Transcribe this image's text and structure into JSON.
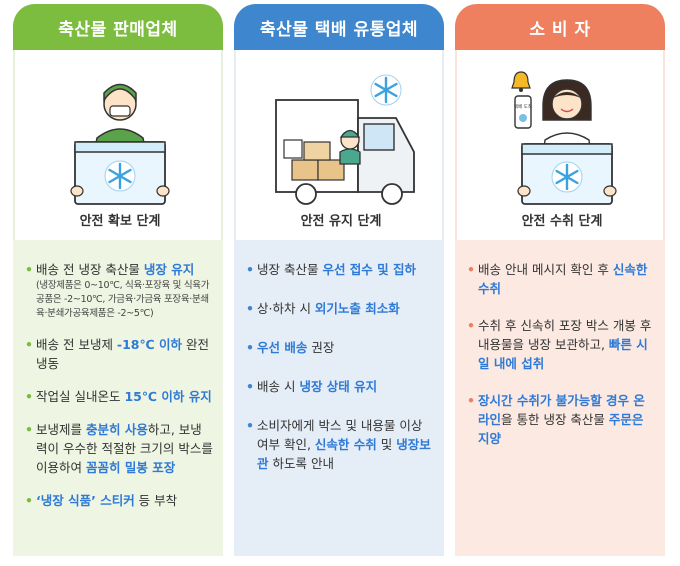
{
  "columns": [
    {
      "title": "축산물 판매업체",
      "stage": "안전 확보 단계",
      "items": [
        {
          "parts": [
            "배송 전 냉장 축산물 ",
            "냉장 유지"
          ],
          "note": "(냉장제품은 0~10℃, 식육·포장육 및 식육가공품은 -2~10℃, 가금육·가금육 포장육·분쇄육·분쇄가공육제품은 -2~5℃)"
        },
        {
          "parts": [
            "배송 전 보냉제 ",
            "-18℃ 이하",
            " 완전 냉동"
          ]
        },
        {
          "parts": [
            "작업실 실내온도 ",
            "15℃ 이하 유지"
          ]
        },
        {
          "parts": [
            "보냉제를 ",
            "충분히 사용",
            "하고, 보냉력이 우수한 적절한 크기의 박스를 이용하여 ",
            "꼼꼼히 밀봉 포장"
          ]
        },
        {
          "parts": [
            "",
            "‘냉장 식품’ 스티커",
            " 등 부착"
          ]
        }
      ]
    },
    {
      "title": "축산물 택배 유통업체",
      "stage": "안전 유지 단계",
      "items": [
        {
          "parts": [
            "냉장 축산물 ",
            "우선 접수 및 집하"
          ]
        },
        {
          "parts": [
            "상·하차 시 ",
            "외기노출 최소화"
          ]
        },
        {
          "parts": [
            "",
            "우선 배송",
            " 권장"
          ]
        },
        {
          "parts": [
            "배송 시 ",
            "냉장 상태 유지"
          ]
        },
        {
          "parts": [
            "소비자에게 박스 및 내용물 이상 여부 확인, ",
            "신속한 수취",
            " 및 ",
            "냉장보관",
            " 하도록 안내"
          ]
        }
      ]
    },
    {
      "title": "소 비 자",
      "stage": "안전 수취 단계",
      "items": [
        {
          "parts": [
            "배송 안내 메시지 확인 후 ",
            "신속한 수취"
          ]
        },
        {
          "parts": [
            "수취 후 신속히 포장 박스 개봉 후 내용물을 냉장 보관하고, ",
            "빠른 시일 내에 섭취"
          ]
        },
        {
          "parts": [
            "",
            "장시간 수취가 불가능할 경우 온라인",
            "을 통한 냉장 축산물 ",
            "주문은 지양"
          ]
        }
      ]
    }
  ],
  "phone_text": "택배 도착",
  "colors": {
    "green": "#7cbc3e",
    "blue": "#3e86cd",
    "coral": "#ee8060",
    "highlight": "#2f7ad6"
  },
  "icons": [
    "seller-with-cooler-icon",
    "delivery-truck-icon",
    "consumer-with-phone-icon",
    "snowflake-icon",
    "bell-icon"
  ]
}
